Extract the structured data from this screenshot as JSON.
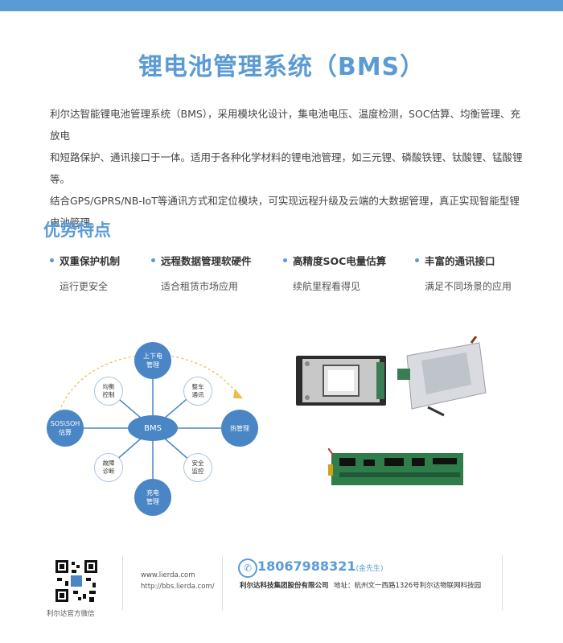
{
  "title": "锂电池管理系统（BMS）",
  "intro": [
    "利尔达智能锂电池管理系统（BMS），采用模块化设计，集电池电压、温度检测，SOC估算、均衡管理、充放电",
    "和短路保护、通讯接口于一体。适用于各种化学材料的锂电池管理，如三元锂、磷酸铁锂、钛酸锂、锰酸锂等。",
    "结合GPS/GPRS/NB-IoT等通讯方式和定位模块，可实现远程升级及云端的大数据管理，真正实现智能型锂",
    "电池管理。"
  ],
  "advantages": {
    "title": "优势特点",
    "items": [
      {
        "head": "双重保护机制",
        "sub": "运行更安全"
      },
      {
        "head": "远程数据管理软硬件",
        "sub": "适合租赁市场应用"
      },
      {
        "head": "高精度SOC电量估算",
        "sub": "续航里程看得见"
      },
      {
        "head": "丰富的通讯接口",
        "sub": "满足不同场景的应用"
      }
    ]
  },
  "diagram": {
    "center": "BMS",
    "top": [
      "上下电",
      "管理"
    ],
    "right": [
      "热管理"
    ],
    "bottom": [
      "充电",
      "管理"
    ],
    "left": [
      "SOS\\SOH",
      "估算"
    ],
    "top_left": [
      "均衡",
      "控制"
    ],
    "top_right": [
      "整车",
      "通讯"
    ],
    "bottom_left": [
      "故障",
      "诊断"
    ],
    "bottom_right": [
      "安全",
      "监控"
    ]
  },
  "footer": {
    "qr_label": "利尔达官方微信",
    "url1": "www.lierda.com",
    "url2": "http://bbs.lierda.com/",
    "phone": "18067988321",
    "phone_contact": "(金先生)",
    "company": "利尔达科技集团股份有限公司",
    "address": "地址：杭州文一西路1326号利尔达物联网科技园"
  },
  "colors": {
    "accent": "#5b9bd5",
    "node": "#4a86c5",
    "board_green": "#2e7d4a"
  }
}
